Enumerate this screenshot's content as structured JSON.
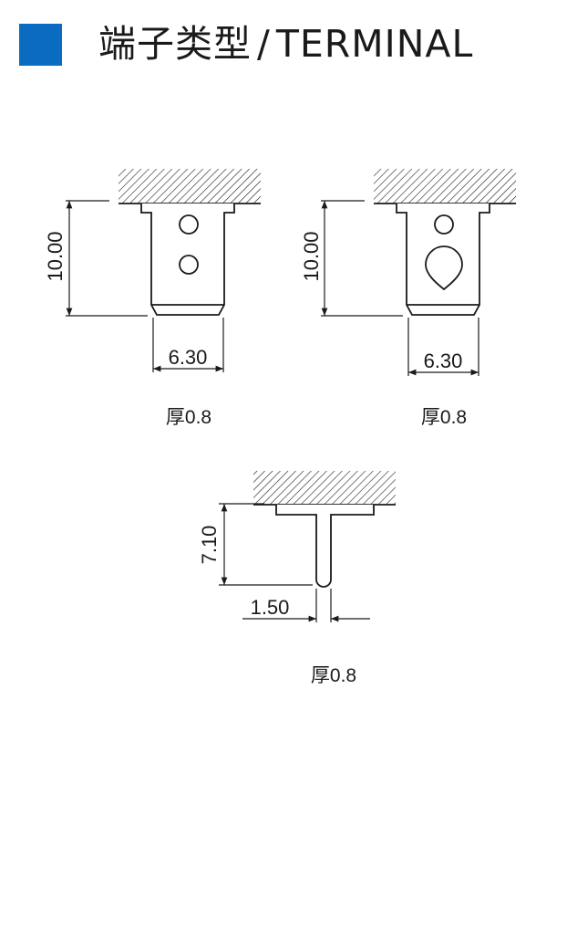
{
  "header": {
    "title_cn": "端子类型",
    "separator": "/",
    "title_en": "TERMINAL",
    "accent_color": "#0a6bc0"
  },
  "terminals": [
    {
      "height_label": "10.00",
      "width_label": "6.30",
      "thickness_label": "厚0.8"
    },
    {
      "height_label": "10.00",
      "width_label": "6.30",
      "thickness_label": "厚0.8"
    },
    {
      "height_label": "7.10",
      "width_label": "1.50",
      "thickness_label": "厚0.8"
    }
  ]
}
